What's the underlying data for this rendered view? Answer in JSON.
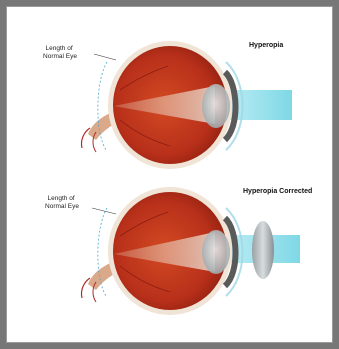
{
  "diagram": {
    "top_panel": {
      "label": "Length of\nNormal Eye",
      "title": "Hyperopia"
    },
    "bottom_panel": {
      "label": "Length of\nNormal Eye",
      "title": "Hyperopia Corrected"
    }
  },
  "colors": {
    "frame": "#777777",
    "eye_red": "#c0361c",
    "light_beam": "#8fe0ec",
    "sclera": "#f0e4d6"
  }
}
